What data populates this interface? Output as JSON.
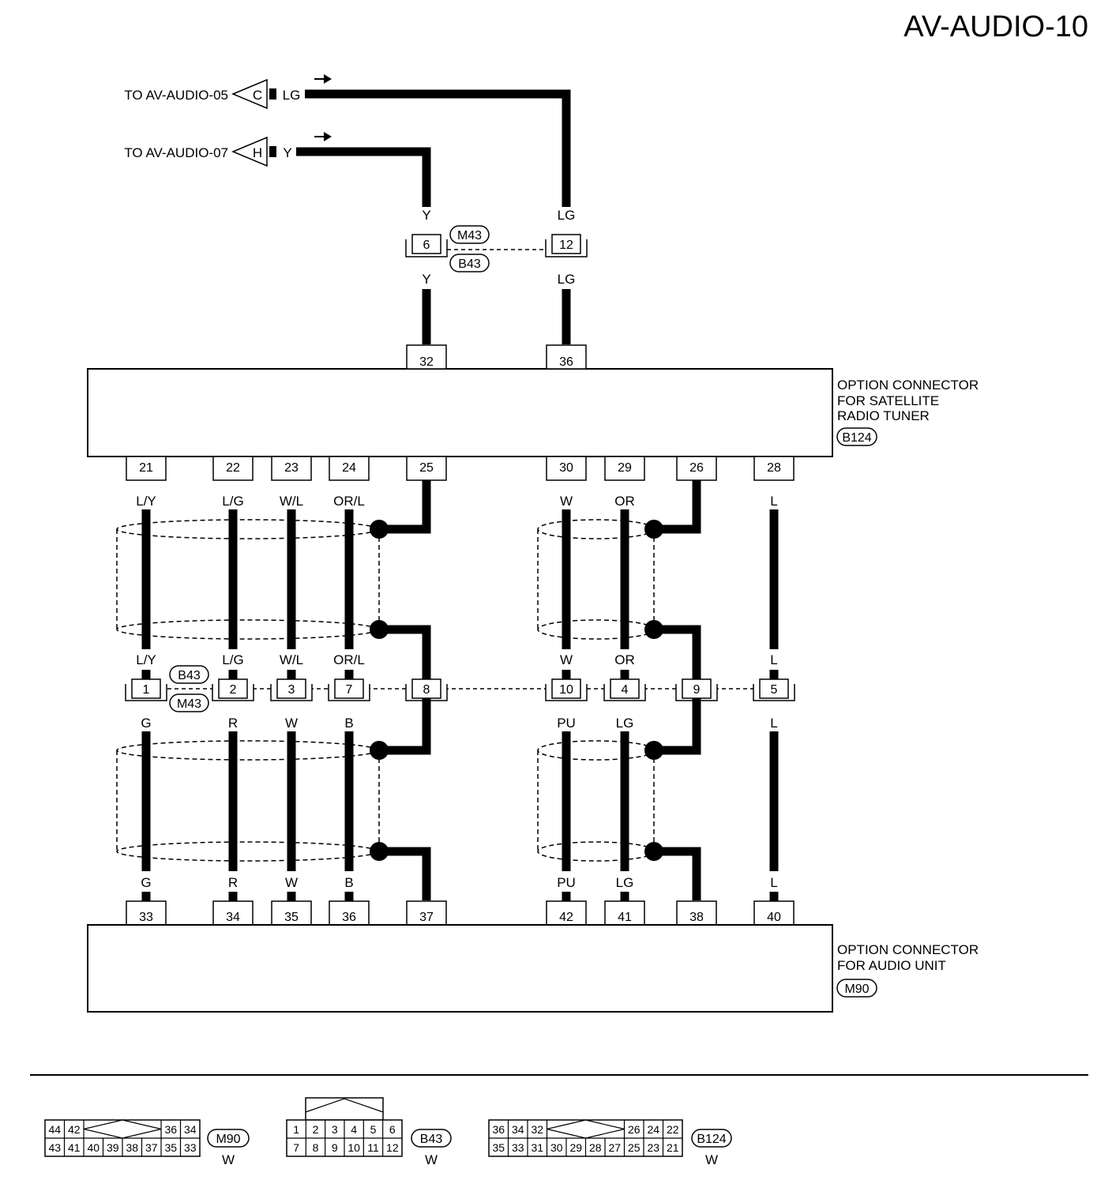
{
  "page_id": "AV-AUDIO-10",
  "arrows": [
    {
      "text": "TO AV-AUDIO-05",
      "letter": "C",
      "color": "LG"
    },
    {
      "text": "TO AV-AUDIO-07",
      "letter": "H",
      "color": "Y"
    }
  ],
  "mid_connector": {
    "top_tag": "M43",
    "bottom_tag": "B43",
    "pins": [
      {
        "num": "6",
        "color_top": "Y",
        "color_bottom": "Y"
      },
      {
        "num": "12",
        "color_top": "LG",
        "color_bottom": "LG"
      }
    ]
  },
  "sat_unit": {
    "label_lines": [
      "OPTION CONNECTOR",
      "FOR SATELLITE",
      "RADIO TUNER"
    ],
    "tag": "B124",
    "top_pins": [
      "32",
      "36"
    ],
    "bottom_pins": [
      "21",
      "22",
      "23",
      "24",
      "25",
      "30",
      "29",
      "26",
      "28"
    ]
  },
  "wires_upper": [
    "L/Y",
    "L/G",
    "W/L",
    "OR/L",
    "W",
    "OR",
    "L"
  ],
  "row_connector": {
    "top_tag": "B43",
    "bottom_tag": "M43",
    "pins": [
      "1",
      "2",
      "3",
      "7",
      "8",
      "10",
      "4",
      "9",
      "5"
    ],
    "colors_top": [
      "L/Y",
      "L/G",
      "W/L",
      "OR/L",
      "W",
      "OR",
      "L"
    ],
    "colors_bottom": [
      "G",
      "R",
      "W",
      "B",
      "PU",
      "LG",
      "L"
    ]
  },
  "wires_lower": [
    "G",
    "R",
    "W",
    "B",
    "PU",
    "LG",
    "L"
  ],
  "audio_unit": {
    "label_lines": [
      "OPTION CONNECTOR",
      "FOR AUDIO UNIT"
    ],
    "tag": "M90",
    "top_pins": [
      "33",
      "34",
      "35",
      "36",
      "37",
      "42",
      "41",
      "38",
      "40"
    ]
  },
  "face_views": [
    {
      "tag": "M90",
      "color": "W",
      "row1": [
        "44",
        "42",
        "36",
        "34"
      ],
      "row2": [
        "43",
        "41",
        "40",
        "39",
        "38",
        "37",
        "35",
        "33"
      ]
    },
    {
      "tag": "B43",
      "color": "W",
      "row1": [
        "1",
        "2",
        "3",
        "4",
        "5",
        "6"
      ],
      "row2": [
        "7",
        "8",
        "9",
        "10",
        "11",
        "12"
      ]
    },
    {
      "tag": "B124",
      "color": "W",
      "row1": [
        "36",
        "34",
        "32",
        "26",
        "24",
        "22"
      ],
      "row2": [
        "35",
        "33",
        "31",
        "30",
        "29",
        "28",
        "27",
        "25",
        "23",
        "21"
      ]
    }
  ]
}
